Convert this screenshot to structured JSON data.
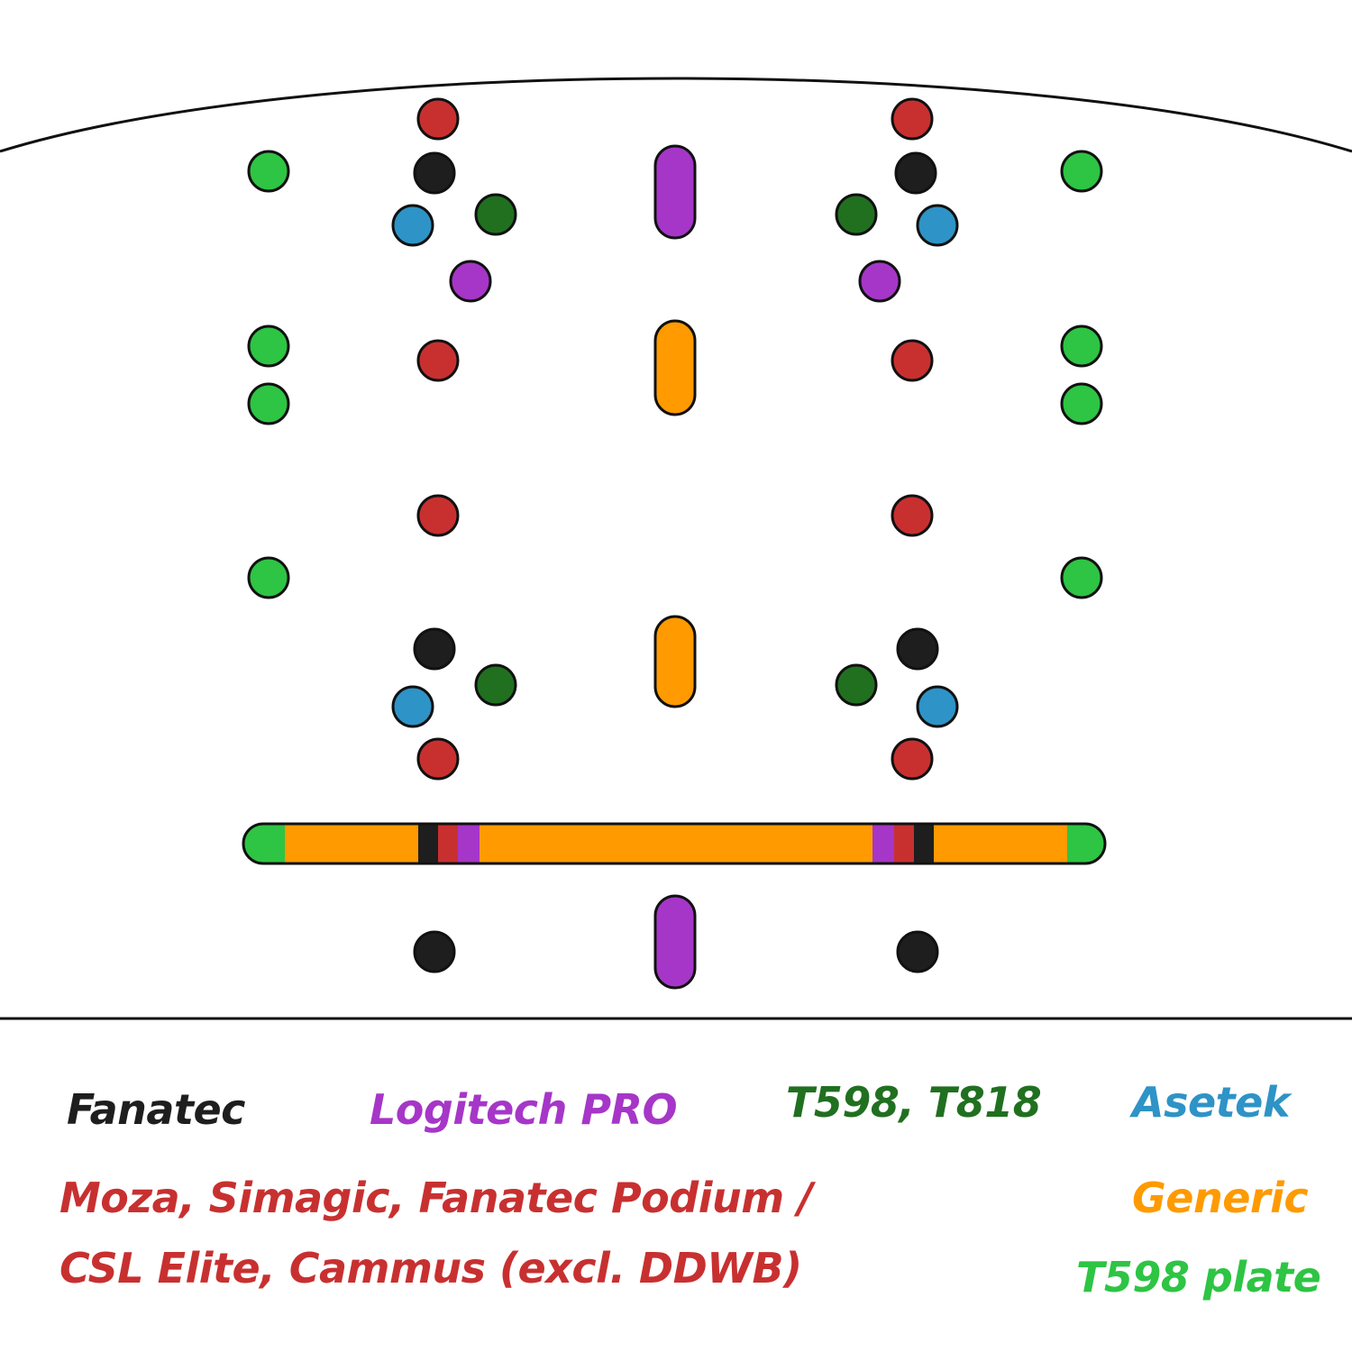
{
  "colors": {
    "fanatec": "#1e1e1e",
    "logitech_pro": "#a636c8",
    "t598_t818": "#207020",
    "asetek": "#2e93c6",
    "moza_simagic_podium_cammus": "#c83030",
    "generic": "#ff9a00",
    "t598_plate": "#2ec444",
    "outline": "#111111"
  },
  "legend": {
    "fanatec": "Fanatec",
    "logitech_pro": "Logitech PRO",
    "t598_t818": "T598, T818",
    "asetek": "Asetek",
    "moza_line1": "Moza, Simagic, Fanatec Podium /",
    "moza_line2": "CSL Elite, Cammus (excl. DDWB)",
    "generic": "Generic",
    "t598_plate": "T598 plate"
  }
}
